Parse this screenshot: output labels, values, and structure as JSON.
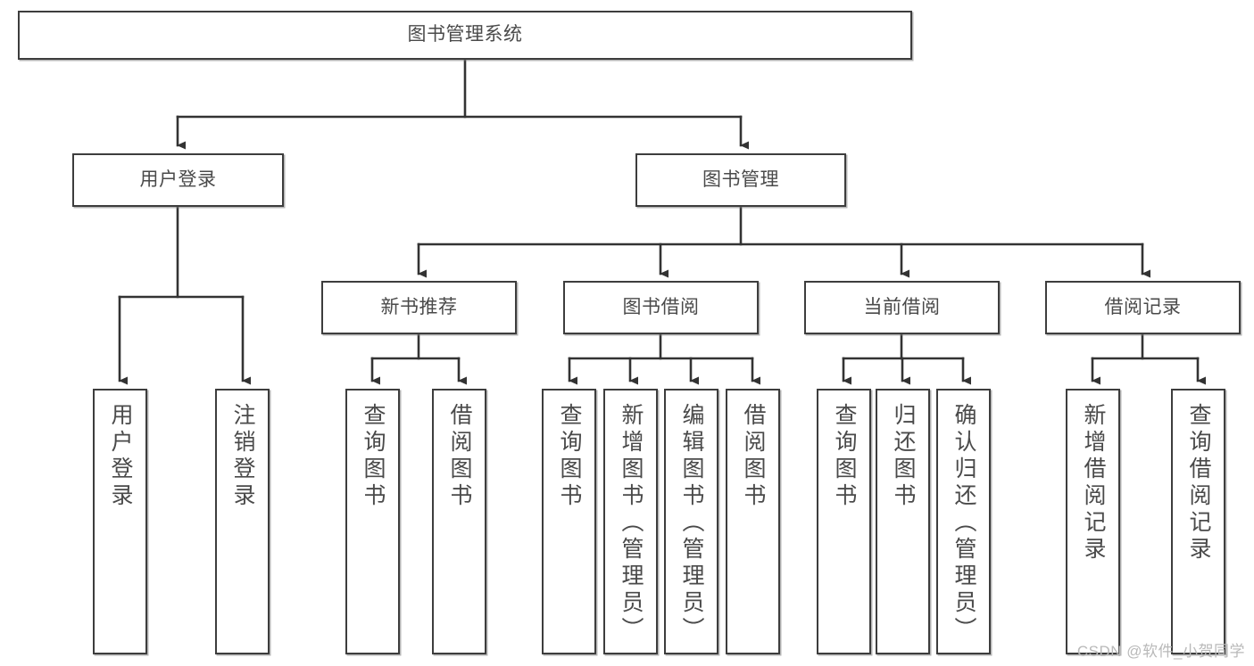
{
  "diagram": {
    "type": "tree-hierarchy-chart",
    "title": "图书管理系统",
    "watermark": "CSDN @软件_小贺同学",
    "colors": {
      "box_border": "#3d3d3d",
      "box_fill": "#ffffff",
      "text": "#4a4a4a",
      "connector": "#333333",
      "watermark": "#b9b9b9",
      "background": "#ffffff"
    },
    "levels": [
      {
        "level": 1,
        "nodes": [
          {
            "id": "root",
            "label": "图书管理系统",
            "orientation": "horizontal"
          }
        ]
      },
      {
        "level": 2,
        "nodes": [
          {
            "id": "l2-1",
            "label": "用户登录",
            "orientation": "horizontal",
            "parent": "root"
          },
          {
            "id": "l2-2",
            "label": "图书管理",
            "orientation": "horizontal",
            "parent": "root"
          }
        ]
      },
      {
        "level": 3,
        "nodes": [
          {
            "id": "l3-1",
            "label": "新书推荐",
            "orientation": "horizontal",
            "parent": "l2-2"
          },
          {
            "id": "l3-2",
            "label": "图书借阅",
            "orientation": "horizontal",
            "parent": "l2-2"
          },
          {
            "id": "l3-3",
            "label": "当前借阅",
            "orientation": "horizontal",
            "parent": "l2-2"
          },
          {
            "id": "l3-4",
            "label": "借阅记录",
            "orientation": "horizontal",
            "parent": "l2-2"
          }
        ]
      },
      {
        "level": 4,
        "nodes": [
          {
            "id": "l4-1",
            "label": "用户登录",
            "orientation": "vertical",
            "parent": "l2-1"
          },
          {
            "id": "l4-2",
            "label": "注销登录",
            "orientation": "vertical",
            "parent": "l2-1"
          },
          {
            "id": "l4-3",
            "label": "查询图书",
            "orientation": "vertical",
            "parent": "l3-1"
          },
          {
            "id": "l4-4",
            "label": "借阅图书",
            "orientation": "vertical",
            "parent": "l3-1"
          },
          {
            "id": "l4-5",
            "label": "查询图书",
            "orientation": "vertical",
            "parent": "l3-2"
          },
          {
            "id": "l4-6",
            "label": "新增图书（管理员）",
            "orientation": "vertical",
            "parent": "l3-2"
          },
          {
            "id": "l4-7",
            "label": "编辑图书（管理员）",
            "orientation": "vertical",
            "parent": "l3-2"
          },
          {
            "id": "l4-8",
            "label": "借阅图书",
            "orientation": "vertical",
            "parent": "l3-2"
          },
          {
            "id": "l4-9",
            "label": "查询图书",
            "orientation": "vertical",
            "parent": "l3-3"
          },
          {
            "id": "l4-10",
            "label": "归还图书",
            "orientation": "vertical",
            "parent": "l3-3"
          },
          {
            "id": "l4-11",
            "label": "确认归还（管理员）",
            "orientation": "vertical",
            "parent": "l3-3"
          },
          {
            "id": "l4-12",
            "label": "新增借阅记录",
            "orientation": "vertical",
            "parent": "l3-4"
          },
          {
            "id": "l4-13",
            "label": "查询借阅记录",
            "orientation": "vertical",
            "parent": "l3-4"
          }
        ]
      }
    ]
  }
}
